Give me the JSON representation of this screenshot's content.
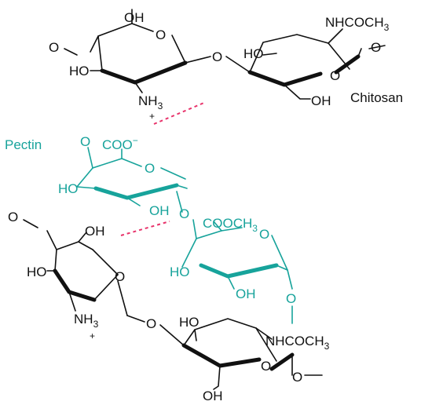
{
  "colors": {
    "chitosan": "#111111",
    "pectin": "#17a39b",
    "hydrogen_bond": "#e8336b"
  },
  "labels": {
    "chitosan": "Chitosan",
    "pectin": "Pectin"
  },
  "top_chitosan": {
    "o_left": "O",
    "oh_top": "OH",
    "ring_o1": "O",
    "ho_left": "HO",
    "nh3": "NH",
    "nh3_sub": "3",
    "plus": "+",
    "glyco_o": "O",
    "nhcoch3": "NHCOCH",
    "nhcoch3_sub": "3",
    "ho_mid": "HO",
    "ring_o2": "O",
    "o_right": "O",
    "oh_bottom": "OH"
  },
  "pectin_chain": {
    "o_top": "O",
    "coo": "COO",
    "coo_charge": "−",
    "ring_o1": "O",
    "ho_left": "HO",
    "oh1": "OH",
    "glyco_o": "O",
    "cooch3": "COOCH",
    "cooch3_sub": "3",
    "ring_o2": "O",
    "ho2": "HO",
    "oh2": "OH",
    "o_bottom": "O"
  },
  "bottom_chitosan": {
    "o_left": "O",
    "oh_top": "OH",
    "ho_left": "HO",
    "ring_o1": "O",
    "nh3": "NH",
    "nh3_sub": "3",
    "plus": "+",
    "glyco_o": "O",
    "ho_mid": "HO",
    "nhcoch3": "NHCOCH",
    "nhcoch3_sub": "3",
    "ring_o2": "O",
    "o_right": "O",
    "oh_bottom": "OH"
  }
}
